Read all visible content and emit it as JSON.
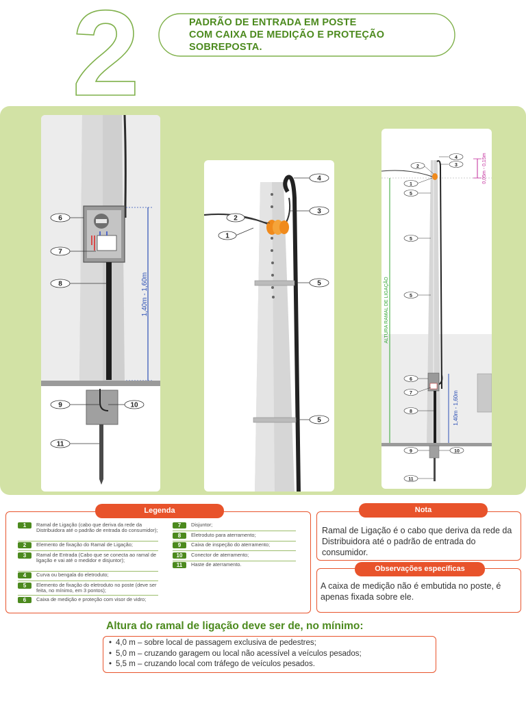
{
  "header": {
    "big_number": "2",
    "title_lines": [
      "PADRÃO DE ENTRADA EM POSTE",
      "COM CAIXA DE MEDIÇÃO E PROTEÇÃO",
      "SOBREPOSTA."
    ]
  },
  "diagram_left": {
    "callouts": [
      "6",
      "7",
      "8",
      "9",
      "10",
      "11"
    ],
    "dimension": "1,40m - 1,60m"
  },
  "diagram_middle": {
    "callouts": [
      "4",
      "2",
      "3",
      "1",
      "5",
      "5"
    ]
  },
  "diagram_right": {
    "callouts": [
      "4",
      "2",
      "3",
      "1",
      "5",
      "5",
      "5",
      "6",
      "7",
      "8",
      "9",
      "10",
      "11"
    ],
    "dimension_top": "0,05m - 0,15m",
    "vertical_label": "ALTURA RAMAL DE LIGAÇÃO",
    "dimension_bottom": "1,40m - 1,60m"
  },
  "legend": {
    "title": "Legenda",
    "left_items": [
      {
        "num": "1",
        "text": "Ramal de Ligação (cabo que deriva da rede da Distribuidora até o padrão de entrada do consumidor);"
      },
      {
        "num": "2",
        "text": "Elemento de fixação do Ramal de Ligação;"
      },
      {
        "num": "3",
        "text": "Ramal de Entrada (Cabo que se conecta ao ramal de ligação e vai até o medidor e disjuntor);"
      },
      {
        "num": "4",
        "text": "Curva ou bengala do eletroduto;"
      },
      {
        "num": "5",
        "text": "Elemento de fixação do eletroduto no poste (deve ser feita, no mínimo, em 3 pontos);"
      },
      {
        "num": "6",
        "text": "Caixa de medição e proteção com visor de vidro;"
      }
    ],
    "right_items": [
      {
        "num": "7",
        "text": "Disjuntor;"
      },
      {
        "num": "8",
        "text": "Eletroduto para aterramento;"
      },
      {
        "num": "9",
        "text": "Caixa de inspeção do aterramento;"
      },
      {
        "num": "10",
        "text": "Conector de aterramento;"
      },
      {
        "num": "11",
        "text": "Haste de aterramento."
      }
    ]
  },
  "nota": {
    "title": "Nota",
    "text": "Ramal de Ligação é o cabo que deriva da rede da Distribuidora até o padrão de entrada do consumidor."
  },
  "observacoes": {
    "title": "Observações específicas",
    "text": "A caixa de medição não é embutida no poste, é apenas fixada sobre ele."
  },
  "altura": {
    "title": "Altura do ramal de ligação deve ser de, no mínimo:",
    "items": [
      "4,0 m – sobre local de passagem exclusiva de pedestres;",
      "5,0 m – cruzando garagem ou local não acessível a veículos pesados;",
      "5,5 m – cruzando local com tráfego de veículos pesados."
    ]
  },
  "colors": {
    "brand_green": "#4c8a1e",
    "band_green": "#d2e2a5",
    "accent_orange": "#e8532b",
    "insulator_orange": "#f08a1c",
    "dimension_blue": "#2b4fb5",
    "dimension_green": "#2fa52f",
    "dimension_magenta": "#c2289a"
  }
}
